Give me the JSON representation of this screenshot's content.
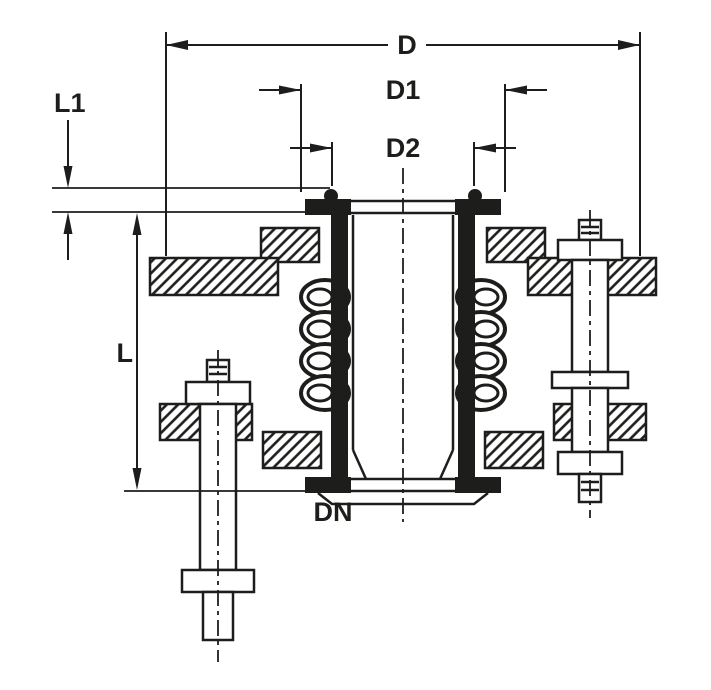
{
  "drawing": {
    "kind": "technical-section-drawing",
    "labels": {
      "d": "D",
      "d1": "D1",
      "d2": "D2",
      "l1": "L1",
      "l": "L",
      "dn": "DN"
    },
    "colors": {
      "line": "#1d1d1b",
      "background": "#ffffff"
    }
  }
}
